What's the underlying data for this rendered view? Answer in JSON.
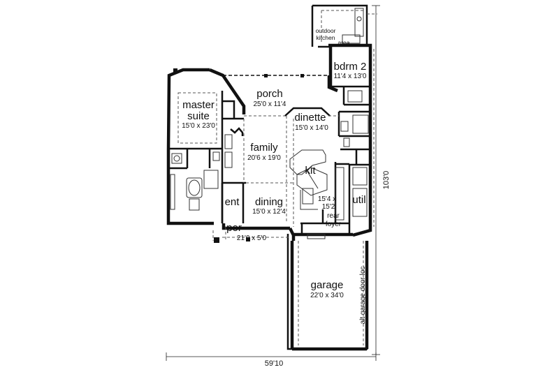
{
  "rooms": {
    "master": {
      "name_line1": "master",
      "name_line2": "suite",
      "size": "15'0 x 23'0"
    },
    "porch": {
      "name": "porch",
      "size": "25'0 x 11'4"
    },
    "dinette": {
      "name": "dinette",
      "size": "15'0 x 14'0"
    },
    "family": {
      "name": "family",
      "size": "20'6 x 19'0"
    },
    "kit": {
      "name": "kit",
      "size_line1": "15'4 x",
      "size_line2": "15'2"
    },
    "dining": {
      "name": "dining",
      "size": "15'0 x 12'4"
    },
    "ent": {
      "name": "ent"
    },
    "por": {
      "name": "por",
      "size": "21'0 x 5'0"
    },
    "util": {
      "name": "util"
    },
    "rear_foyer": {
      "name_line1": "rear",
      "name_line2": "foyer"
    },
    "bdrm2": {
      "name": "bdrm 2",
      "size": "11'4 x 13'0"
    },
    "outdoor_kitchen": {
      "line1": "outdoor",
      "line2": "kitchen",
      "line3": "area"
    },
    "garage": {
      "name": "garage",
      "size": "22'0 x 34'0",
      "note": "alt garage door loc"
    }
  },
  "dimensions": {
    "width": "59'10",
    "depth": "103'0"
  }
}
